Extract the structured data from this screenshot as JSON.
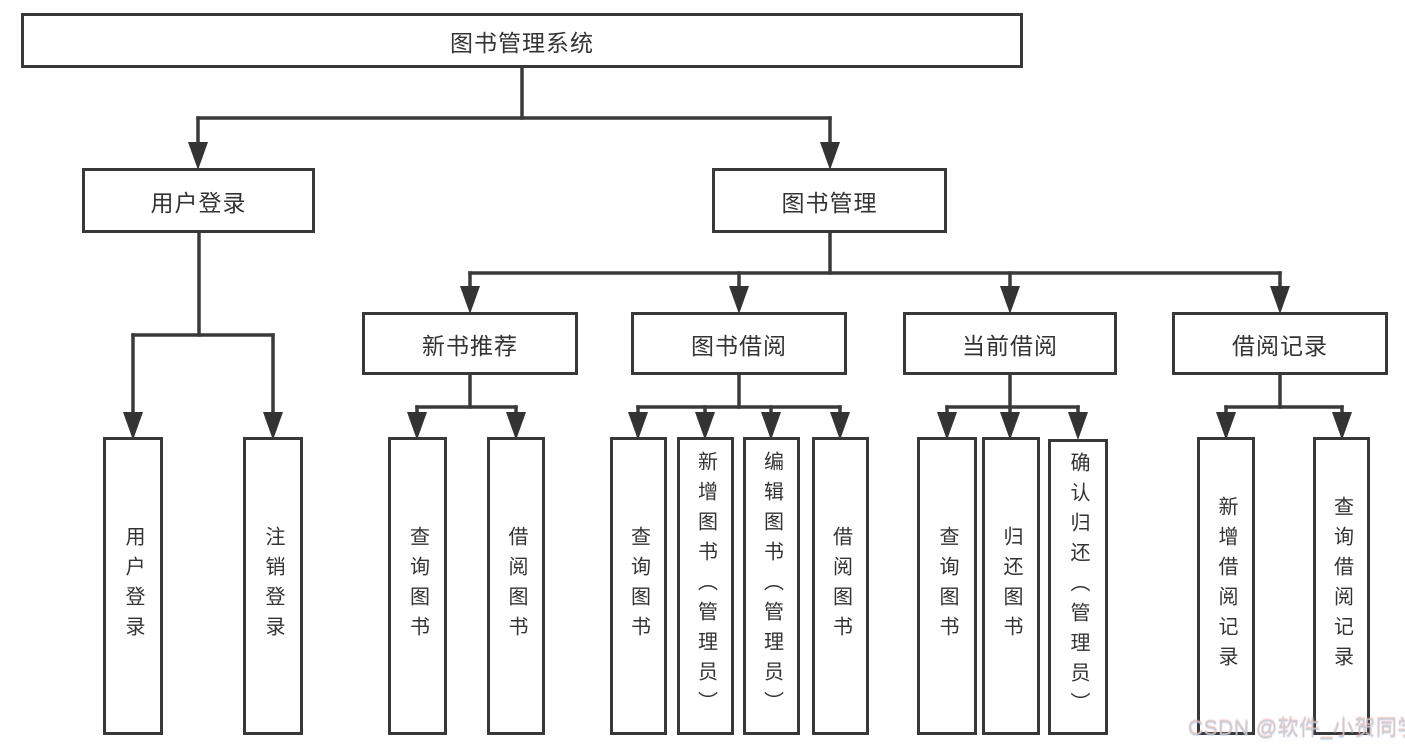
{
  "tree": {
    "root_label": "图书管理系统",
    "branches": [
      {
        "label": "用户登录",
        "children": [
          "用户登录",
          "注销登录"
        ]
      },
      {
        "label": "图书管理",
        "children": [
          {
            "label": "新书推荐",
            "children": [
              "查询图书",
              "借阅图书"
            ]
          },
          {
            "label": "图书借阅",
            "children": [
              "查询图书",
              "新增图书（管理员）",
              "编辑图书（管理员）",
              "借阅图书"
            ]
          },
          {
            "label": "当前借阅",
            "children": [
              "查询图书",
              "归还图书",
              "确认归还（管理员）"
            ]
          },
          {
            "label": "借阅记录",
            "children": [
              "新增借阅记录",
              "查询借阅记录"
            ]
          }
        ]
      }
    ]
  },
  "watermark": {
    "text": "CSDN @软件_小贺同学"
  },
  "colors": {
    "line": "#3a3a3a",
    "box_border": "#383838",
    "text": "#333333",
    "background": "#ffffff",
    "watermark": "#c9c9c9"
  }
}
